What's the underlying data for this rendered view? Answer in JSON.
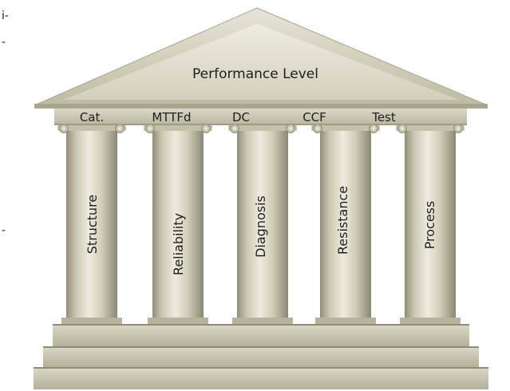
{
  "edge_fragments": [
    "i-",
    "-",
    "-"
  ],
  "pediment": {
    "title": "Performance Level"
  },
  "parameters": [
    "Cat.",
    "MTTFd",
    "DC",
    "CCF",
    "Test"
  ],
  "pillars": [
    "Structure",
    "Reliability",
    "Diagnosis",
    "Resistance",
    "Process"
  ],
  "colors": {
    "stone_light": "#e4e2d2",
    "stone_mid": "#c7c4ad",
    "stone_dark": "#9a9782",
    "roof": "#cfcdb8",
    "text": "#1e1e1e"
  }
}
